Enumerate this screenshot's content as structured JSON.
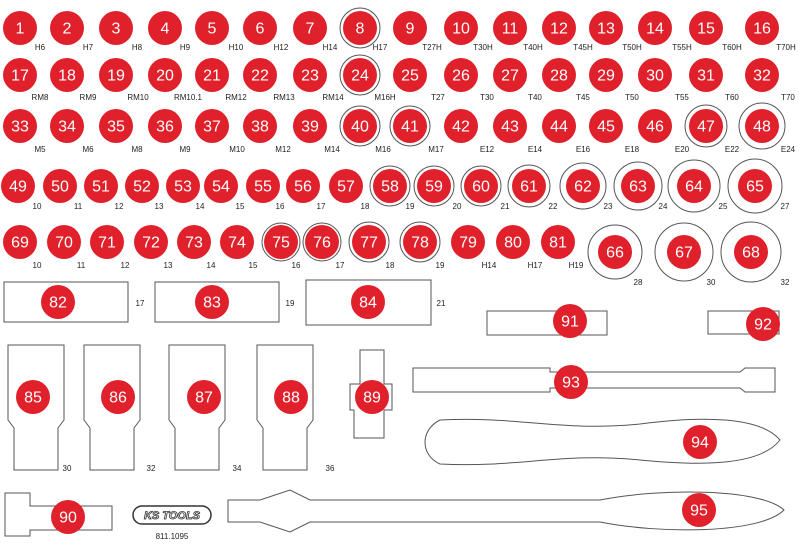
{
  "colors": {
    "marker": "#e0202a",
    "outline": "#555555"
  },
  "items": [
    {
      "n": "1",
      "label": "H6"
    },
    {
      "n": "2",
      "label": "H7"
    },
    {
      "n": "3",
      "label": "H8"
    },
    {
      "n": "4",
      "label": "H9"
    },
    {
      "n": "5",
      "label": "H10"
    },
    {
      "n": "6",
      "label": "H12"
    },
    {
      "n": "7",
      "label": "H14"
    },
    {
      "n": "8",
      "label": "H17"
    },
    {
      "n": "9",
      "label": "T27H"
    },
    {
      "n": "10",
      "label": "T30H"
    },
    {
      "n": "11",
      "label": "T40H"
    },
    {
      "n": "12",
      "label": "T45H"
    },
    {
      "n": "13",
      "label": "T50H"
    },
    {
      "n": "14",
      "label": "T55H"
    },
    {
      "n": "15",
      "label": "T60H"
    },
    {
      "n": "16",
      "label": "T70H"
    },
    {
      "n": "17",
      "label": "RM8"
    },
    {
      "n": "18",
      "label": "RM9"
    },
    {
      "n": "19",
      "label": "RM10"
    },
    {
      "n": "20",
      "label": "RM10.1"
    },
    {
      "n": "21",
      "label": "RM12"
    },
    {
      "n": "22",
      "label": "RM13"
    },
    {
      "n": "23",
      "label": "RM14"
    },
    {
      "n": "24",
      "label": "M16H"
    },
    {
      "n": "25",
      "label": "T27"
    },
    {
      "n": "26",
      "label": "T30"
    },
    {
      "n": "27",
      "label": "T40"
    },
    {
      "n": "28",
      "label": "T45"
    },
    {
      "n": "29",
      "label": "T50"
    },
    {
      "n": "30",
      "label": "T55"
    },
    {
      "n": "31",
      "label": "T60"
    },
    {
      "n": "32",
      "label": "T70"
    },
    {
      "n": "33",
      "label": "M5"
    },
    {
      "n": "34",
      "label": "M6"
    },
    {
      "n": "35",
      "label": "M8"
    },
    {
      "n": "36",
      "label": "M9"
    },
    {
      "n": "37",
      "label": "M10"
    },
    {
      "n": "38",
      "label": "M12"
    },
    {
      "n": "39",
      "label": "M14"
    },
    {
      "n": "40",
      "label": "M16"
    },
    {
      "n": "41",
      "label": "M17"
    },
    {
      "n": "42",
      "label": "E12"
    },
    {
      "n": "43",
      "label": "E14"
    },
    {
      "n": "44",
      "label": "E16"
    },
    {
      "n": "45",
      "label": "E18"
    },
    {
      "n": "46",
      "label": "E20"
    },
    {
      "n": "47",
      "label": "E22"
    },
    {
      "n": "48",
      "label": "E24"
    },
    {
      "n": "49",
      "label": "10"
    },
    {
      "n": "50",
      "label": "11"
    },
    {
      "n": "51",
      "label": "12"
    },
    {
      "n": "52",
      "label": "13"
    },
    {
      "n": "53",
      "label": "14"
    },
    {
      "n": "54",
      "label": "15"
    },
    {
      "n": "55",
      "label": "16"
    },
    {
      "n": "56",
      "label": "17"
    },
    {
      "n": "57",
      "label": "18"
    },
    {
      "n": "58",
      "label": "19"
    },
    {
      "n": "59",
      "label": "20"
    },
    {
      "n": "60",
      "label": "21"
    },
    {
      "n": "61",
      "label": "22"
    },
    {
      "n": "62",
      "label": "23"
    },
    {
      "n": "63",
      "label": "24"
    },
    {
      "n": "64",
      "label": "25"
    },
    {
      "n": "65",
      "label": "27"
    },
    {
      "n": "69",
      "label": "10"
    },
    {
      "n": "70",
      "label": "11"
    },
    {
      "n": "71",
      "label": "12"
    },
    {
      "n": "72",
      "label": "13"
    },
    {
      "n": "73",
      "label": "14"
    },
    {
      "n": "74",
      "label": "15"
    },
    {
      "n": "75",
      "label": "16"
    },
    {
      "n": "76",
      "label": "17"
    },
    {
      "n": "77",
      "label": "18"
    },
    {
      "n": "78",
      "label": "19"
    },
    {
      "n": "79",
      "label": "H14"
    },
    {
      "n": "80",
      "label": "H17"
    },
    {
      "n": "81",
      "label": "H19"
    },
    {
      "n": "66",
      "label": "28"
    },
    {
      "n": "67",
      "label": "30"
    },
    {
      "n": "68",
      "label": "32"
    }
  ],
  "tools": [
    {
      "n": "82",
      "label": "17"
    },
    {
      "n": "83",
      "label": "19"
    },
    {
      "n": "84",
      "label": "21"
    },
    {
      "n": "91",
      "label": ""
    },
    {
      "n": "92",
      "label": ""
    },
    {
      "n": "93",
      "label": ""
    },
    {
      "n": "85",
      "label": "30"
    },
    {
      "n": "86",
      "label": "32"
    },
    {
      "n": "87",
      "label": "34"
    },
    {
      "n": "88",
      "label": "36"
    },
    {
      "n": "89",
      "label": ""
    },
    {
      "n": "94",
      "label": ""
    },
    {
      "n": "90",
      "label": ""
    },
    {
      "n": "95",
      "label": ""
    }
  ],
  "logo": {
    "brand": "KS TOOLS",
    "article": "811.1095"
  }
}
